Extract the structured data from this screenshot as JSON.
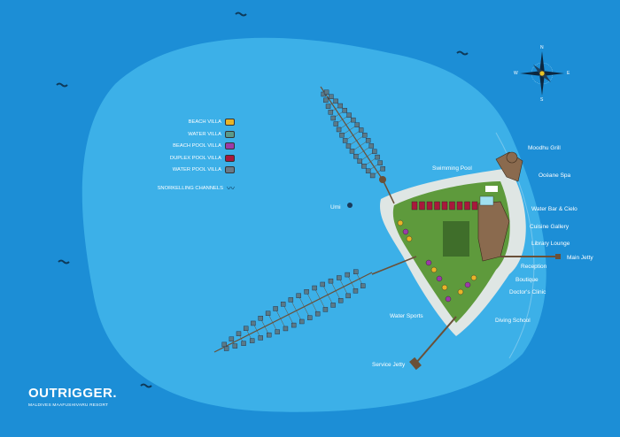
{
  "legend": [
    {
      "label": "BEACH VILLA",
      "color": "#e8b428"
    },
    {
      "label": "WATER VILLA",
      "color": "#5a9a8a"
    },
    {
      "label": "BEACH POOL VILLA",
      "color": "#9c3aa8"
    },
    {
      "label": "DUPLEX POOL VILLA",
      "color": "#a8183c"
    },
    {
      "label": "WATER POOL VILLA",
      "color": "#6a7a88"
    },
    {
      "label": "SNORKELLING CHANNELS",
      "color": "#0e3a5a"
    }
  ],
  "places": {
    "moodhu_grill": "Moodhu Grill",
    "oceane_spa": "Océane Spa",
    "swimming_pool": "Swimming Pool",
    "water_bar": "Water Bar & Cielo",
    "cuisine_gallery": "Cuisine Gallery",
    "library_lounge": "Library Lounge",
    "main_jetty": "Main Jetty",
    "reception": "Reception",
    "boutique": "Boutique",
    "doctors_clinic": "Doctor's Clinic",
    "water_sports": "Water Sports",
    "diving_school": "Diving School",
    "service_jetty": "Service Jetty",
    "umi": "Umi"
  },
  "compass": {
    "n": "N",
    "s": "S",
    "e": "E",
    "w": "W"
  },
  "logo": {
    "brand": "OUTRIGGER.",
    "subtitle": "MALDIVES MAAFUSHIVARU RESORT"
  },
  "colors": {
    "ocean": "#1c8ed6",
    "lagoon": "#3cb0e8",
    "sand": "#dfe6e4",
    "vegetation": "#5e9a3c",
    "building": "#8a6a4e"
  }
}
